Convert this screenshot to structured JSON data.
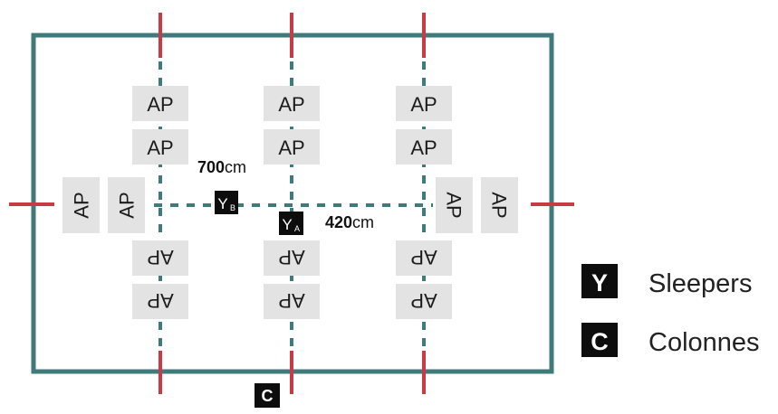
{
  "colors": {
    "frame": "#3f7b7b",
    "tick": "#c83a44",
    "ap_fill": "#e3e3e3",
    "label_bg": "#0d0d0d"
  },
  "ap_label": "AP",
  "dims": {
    "d700": {
      "value": "700",
      "unit": "cm"
    },
    "d420": {
      "value": "420",
      "unit": "cm"
    }
  },
  "markers": {
    "yb": {
      "letter": "Y",
      "sub": "B"
    },
    "ya": {
      "letter": "Y",
      "sub": "A"
    },
    "c": {
      "letter": "C"
    }
  },
  "legend": [
    {
      "letter": "Y",
      "label": "Sleepers"
    },
    {
      "letter": "C",
      "label": "Colonnes"
    }
  ]
}
